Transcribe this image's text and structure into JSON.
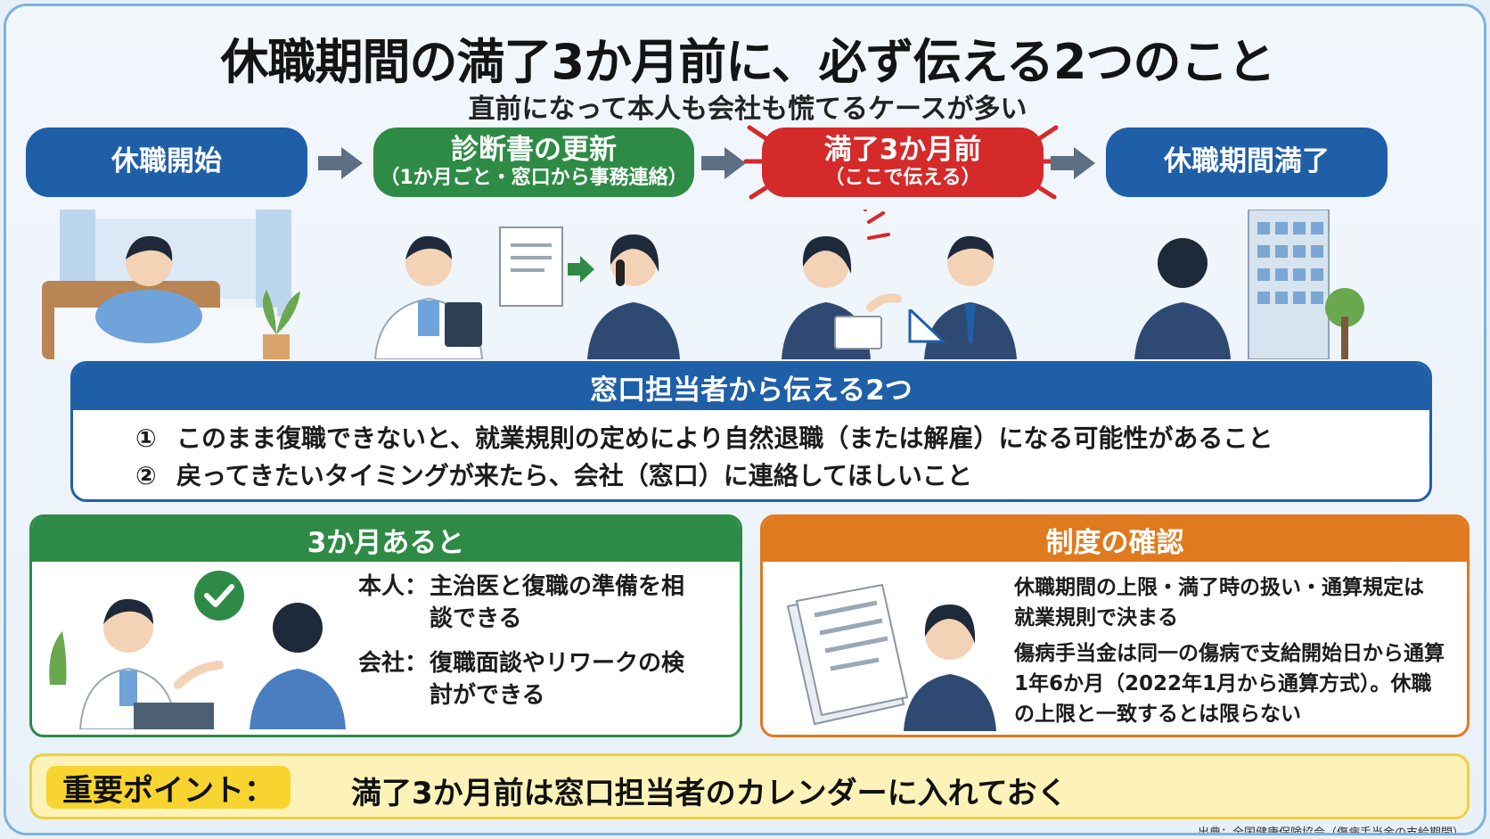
{
  "header": {
    "title": "休職期間の満了3か月前に、必ず伝える2つのこと",
    "subtitle": "直前になって本人も会社も慌てるケースが多い"
  },
  "flow": {
    "step1": {
      "label": "休職開始"
    },
    "step2": {
      "label": "診断書の更新",
      "sub": "（1か月ごと・窓口から事務連絡）"
    },
    "step3": {
      "label": "満了3か月前",
      "sub": "（ここで伝える）"
    },
    "step4": {
      "label": "休職期間満了"
    }
  },
  "tell_box": {
    "heading": "窓口担当者から伝える2つ",
    "items": [
      {
        "num": "①",
        "text": "このまま復職できないと、就業規則の定めにより自然退職（または解雇）になる可能性があること"
      },
      {
        "num": "②",
        "text": "戻ってきたいタイミングが来たら、会社（窓口）に連絡してほしいこと"
      }
    ]
  },
  "three_months_panel": {
    "heading": "3か月あると",
    "rows": [
      {
        "key": "本人：",
        "value": "主治医と復職の準備を相談できる"
      },
      {
        "key": "会社：",
        "value": "復職面談やリワークの検討ができる"
      }
    ]
  },
  "system_panel": {
    "heading": "制度の確認",
    "para1": "休職期間の上限・満了時の扱い・通算規定は就業規則で決まる",
    "para2": "傷病手当金は同一の傷病で支給開始日から通算1年6か月（2022年1月から通算方式）。休職の上限と一致するとは限らない"
  },
  "key_point": {
    "label": "重要ポイント：",
    "text": "満了3か月前は窓口担当者のカレンダーに入れておく"
  },
  "source": "出典：全国健康保険協会（傷病手当金の支給期間）",
  "colors": {
    "blue": "#1f5fa8",
    "green": "#2e8b45",
    "red": "#d42a2a",
    "orange": "#e07a1f",
    "yellow": "#f7d42f"
  }
}
